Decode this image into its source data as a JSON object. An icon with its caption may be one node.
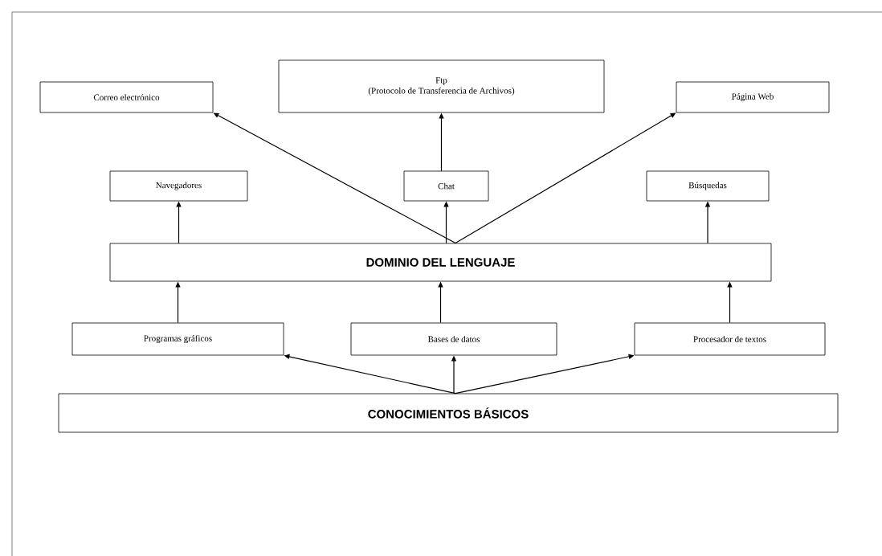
{
  "diagram": {
    "nodes": [
      {
        "text": [
          "Correo electrónico"
        ]
      },
      {
        "text": [
          "Ftp",
          "(Protocolo de Transferencia de Archivos)"
        ]
      },
      {
        "text": [
          "Página Web"
        ]
      },
      {
        "text": [
          "Navegadores"
        ]
      },
      {
        "text": [
          "Chat"
        ]
      },
      {
        "text": [
          "Búsquedas"
        ]
      },
      {
        "text": [
          "DOMINIO DEL LENGUAJE"
        ]
      },
      {
        "text": [
          "Programas gráficos"
        ]
      },
      {
        "text": [
          "Bases de datos"
        ]
      },
      {
        "text": [
          "Procesador de textos"
        ]
      },
      {
        "text": [
          "CONOCIMIENTOS BÁSICOS"
        ]
      }
    ],
    "edges": [
      {
        "from": 10,
        "to": 7,
        "arrow": "to"
      },
      {
        "from": 10,
        "to": 8,
        "arrow": "to"
      },
      {
        "from": 10,
        "to": 9,
        "arrow": "to"
      },
      {
        "from": 7,
        "to": 6,
        "arrow": "to"
      },
      {
        "from": 8,
        "to": 6,
        "arrow": "to"
      },
      {
        "from": 9,
        "to": 6,
        "arrow": "to"
      },
      {
        "from": 6,
        "to": 3,
        "arrow": "to"
      },
      {
        "from": 6,
        "to": 4,
        "arrow": "to"
      },
      {
        "from": 6,
        "to": 5,
        "arrow": "to"
      },
      {
        "from": 6,
        "to": 0,
        "arrow": "to"
      },
      {
        "from": 6,
        "to": 2,
        "arrow": "to"
      },
      {
        "from": 4,
        "to": 1,
        "arrow": "to"
      }
    ]
  }
}
